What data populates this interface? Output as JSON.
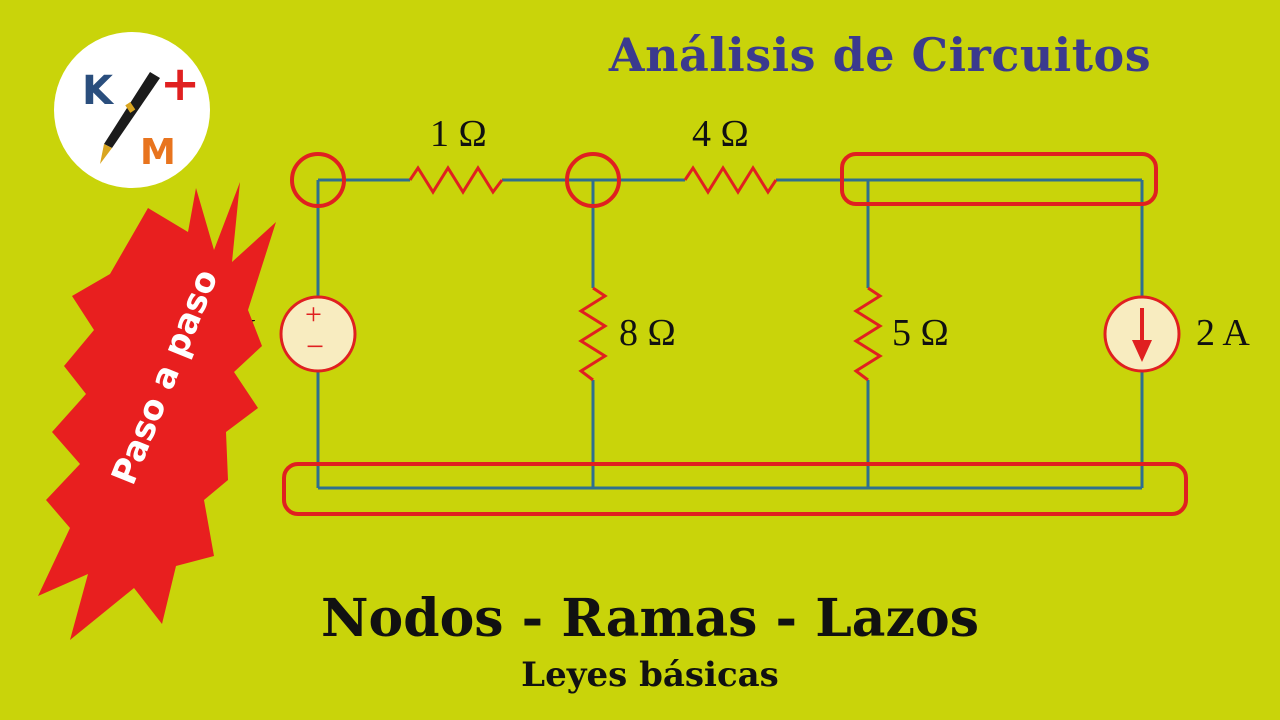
{
  "header": {
    "title": "Análisis de Circuitos"
  },
  "footer": {
    "title": "Nodos - Ramas - Lazos",
    "subtitle": "Leyes básicas"
  },
  "badge": {
    "text": "Paso a paso"
  },
  "logo": {
    "letter_k": "K",
    "letter_m": "M",
    "plus": "+"
  },
  "circuit": {
    "resistor_top_left": "1 Ω",
    "resistor_top_right": "4 Ω",
    "resistor_middle": "8 Ω",
    "resistor_right": "5 Ω",
    "voltage_source": "2 V",
    "voltage_source_plus": "+",
    "voltage_source_minus": "−",
    "current_source": "2 A"
  },
  "colors": {
    "background": "#c9d40a",
    "wire": "#2f6f8f",
    "resistor": "#e02020",
    "highlight": "#e02020",
    "title": "#3b3a8e",
    "source_fill": "#f8ecc0",
    "badge": "#e81f1f"
  }
}
